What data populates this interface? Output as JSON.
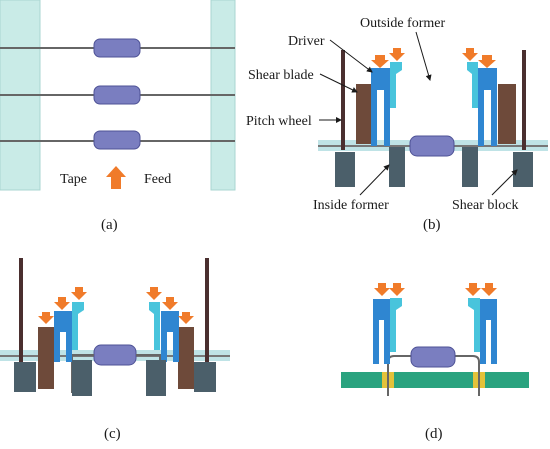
{
  "colors": {
    "tape": "#c9ebe7",
    "tape_edge": "#a9d6d1",
    "lead": "#666666",
    "body": "#7a7ec0",
    "body_edge": "#4e5296",
    "arrow": "#f07b2a",
    "driver": "#2f86d1",
    "driver_dark": "#1f5fa6",
    "former": "#48c4dc",
    "blade": "#6e4a3a",
    "blade_light": "#8f6452",
    "block": "#4b5f6a",
    "block_light": "#6c8593",
    "post": "#4a2f2f",
    "rail": "#bfe3e6",
    "pcb": "#2aa37f",
    "pad": "#e3c23a"
  },
  "panel_a": {
    "caption": "(a)",
    "tape_label": "Tape",
    "feed_label": "Feed",
    "icons": [
      "resistor-body-icon",
      "feed-arrow-icon"
    ]
  },
  "panel_b": {
    "caption": "(b)",
    "labels": {
      "driver": "Driver",
      "outside_former": "Outside former",
      "shear_blade": "Shear blade",
      "pitch_wheel": "Pitch wheel",
      "inside_former": "Inside former",
      "shear_block": "Shear block"
    }
  },
  "panel_c": {
    "caption": "(c)"
  },
  "panel_d": {
    "caption": "(d)"
  }
}
